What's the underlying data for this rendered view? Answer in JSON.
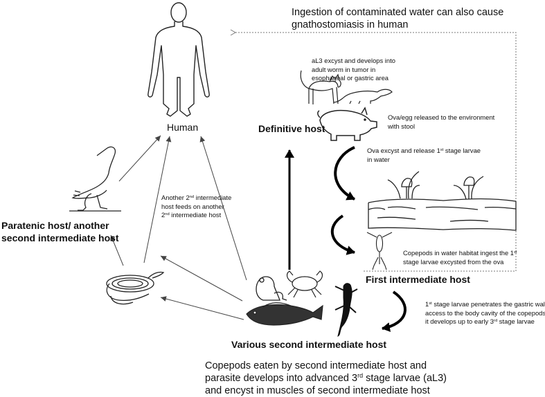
{
  "labels": {
    "human": "Human",
    "definitive_host": "Definitive host",
    "paratenic_host": [
      "Paratenic host/ another",
      "second intermediate host"
    ],
    "first_intermediate_host": "First intermediate host",
    "various_second_host": "Various second intermediate host"
  },
  "notes": {
    "water_ingestion": [
      "Ingestion of contaminated water can also cause",
      "gnathostomiasis in human"
    ],
    "al3_excyst": [
      "aL3 excyst and develops into",
      "adult worm in tumor in",
      "esophageal or gastric area"
    ],
    "ova_released": [
      "Ova/egg released to the environment",
      "with stool"
    ],
    "ova_excyst": {
      "line1_pre": "Ova excyst and release 1",
      "line1_sup": "st",
      "line1_post": " stage larvae",
      "line2": "in water"
    },
    "copepods_ingest": {
      "line1_pre": "Copepods in water habitat ingest the 1",
      "line1_sup": "st",
      "line2": "stage larvae excysted from the ova"
    },
    "penetrates": {
      "line1_sup": "st",
      "line1_post": " stage larvae penetrates the gastric wall gaining",
      "line2": "access to the body  cavity  of the copepods where",
      "line3": "it  develops up to early 3",
      "line3_sup": "rd",
      "line3_post": " stage larvae",
      "line1_pre": "1"
    },
    "another_host": {
      "line1_pre": "Another 2",
      "line1_sup": "nd",
      "line1_post": " intermediate",
      "line2": "host feeds on another",
      "line3_pre": "2",
      "line3_sup": "nd",
      "line3_post": " intermediate host"
    },
    "copepods_eaten": {
      "line1": "Copepods eaten by second intermediate host and",
      "line2_pre": "parasite develops into advanced 3",
      "line2_sup": "rd",
      "line2_post": " stage larvae (aL3)",
      "line3": "and encyst in muscles of second intermediate host"
    }
  },
  "icons": [
    "human-icon",
    "cat-icon",
    "weasel-icon",
    "pig-icon",
    "egret-icon",
    "snake-icon",
    "frog-icon",
    "crab-icon",
    "fish-icon",
    "lizard-icon",
    "copepod-icon",
    "water-habitat-icon"
  ],
  "colors": {
    "ink": "#111111",
    "arrow_thin": "#444444",
    "dotted": "#777777"
  }
}
